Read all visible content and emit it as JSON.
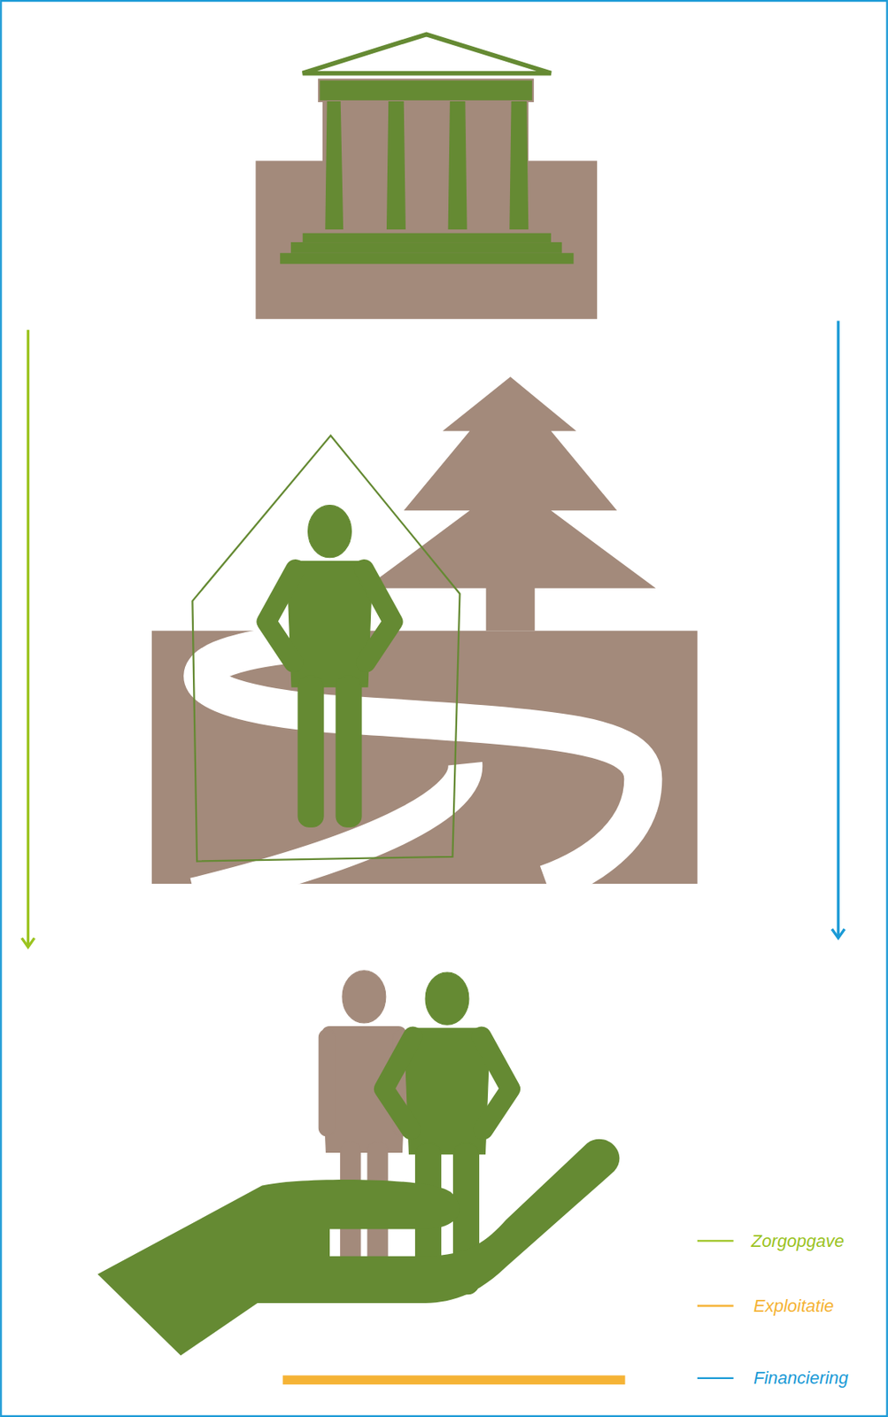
{
  "diagram": {
    "legend": [
      {
        "text": "Zorgopgave"
      },
      {
        "text": "Exploitatie"
      },
      {
        "text": "Financiering"
      }
    ]
  }
}
